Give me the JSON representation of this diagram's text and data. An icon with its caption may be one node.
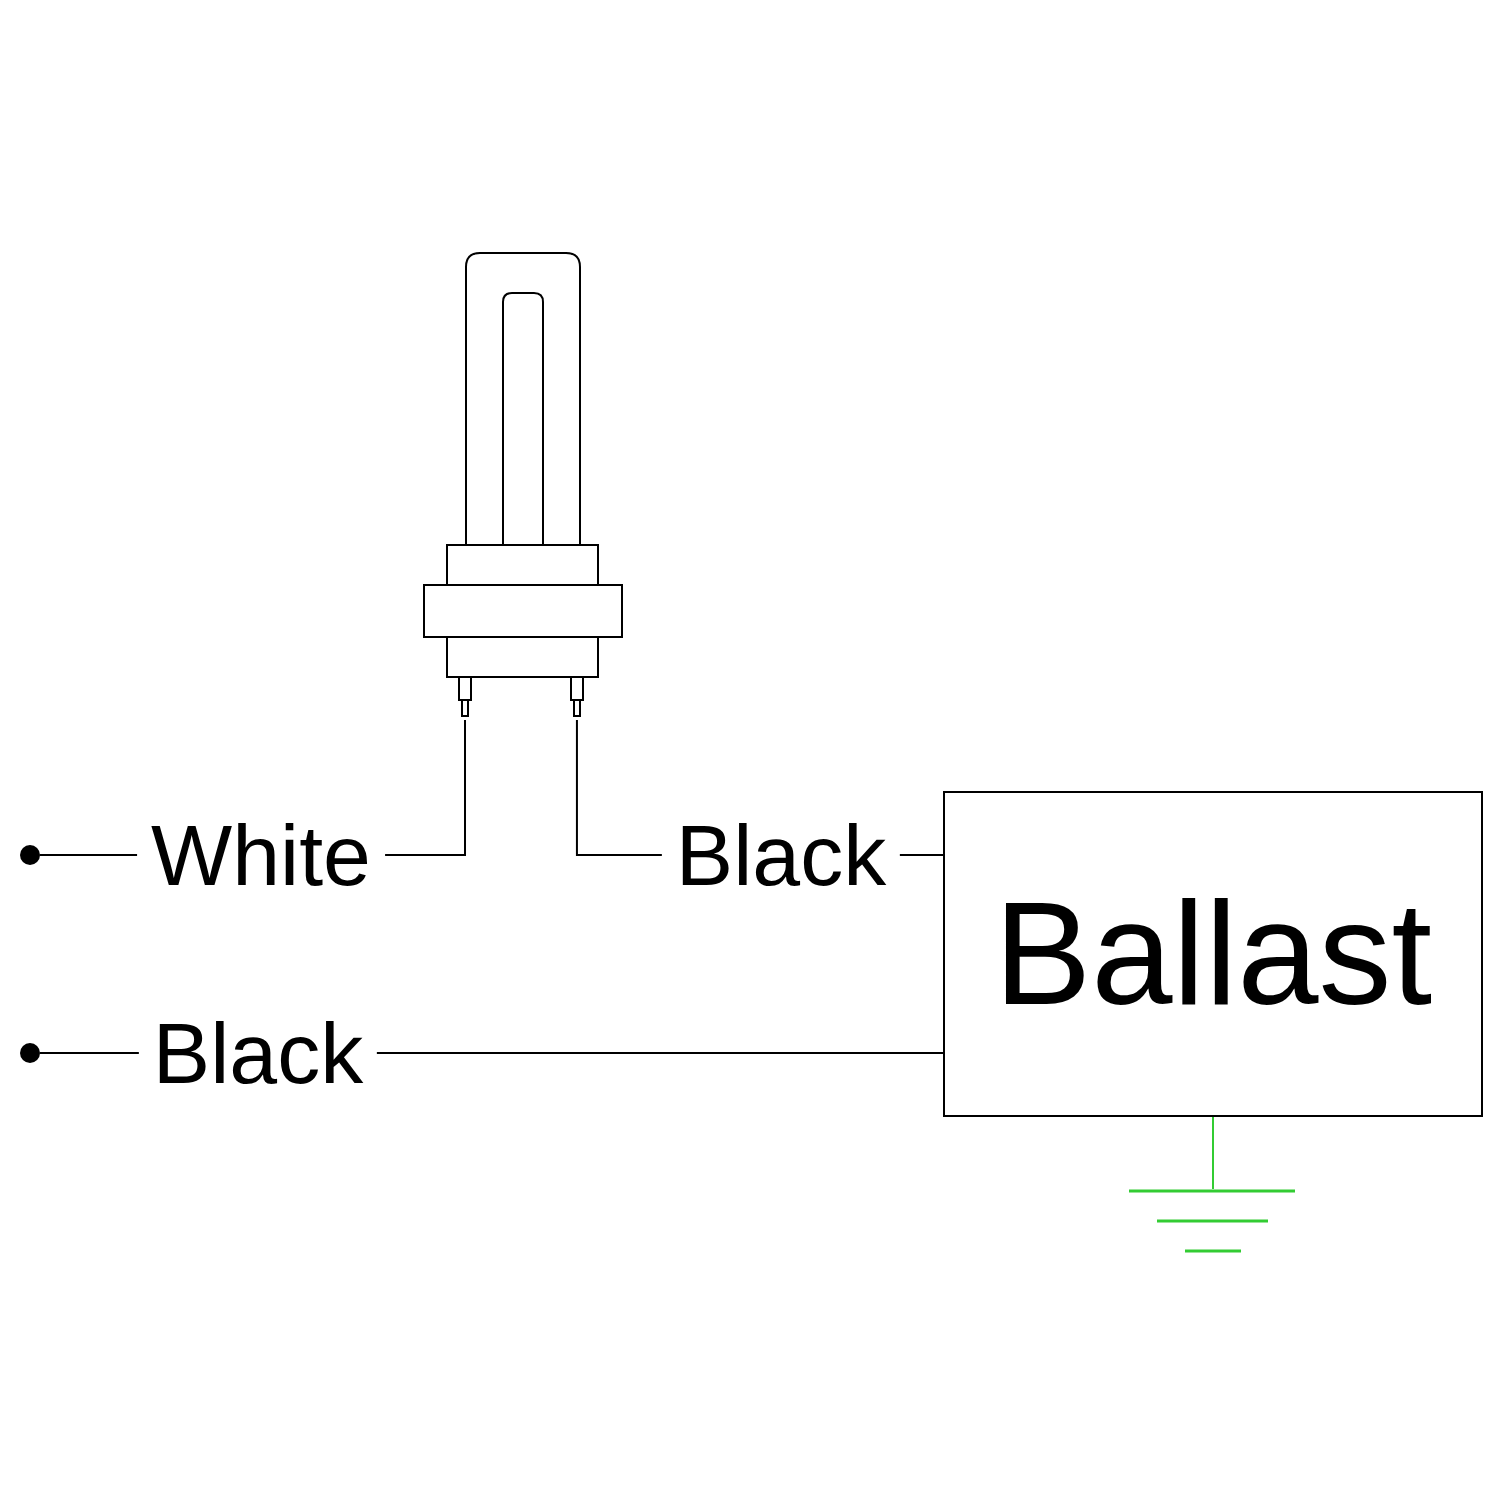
{
  "diagram": {
    "nodes": [
      {
        "text": [],
        "shape": "picture"
      },
      {
        "text": [],
        "shape": "circle"
      },
      {
        "text": [
          "Ballast"
        ]
      },
      {
        "text": [],
        "shape": "circle"
      },
      {
        "text": [],
        "shape": "picture"
      }
    ],
    "edges": [
      {
        "from": 1,
        "to": 0,
        "arrow": "none",
        "label": "White"
      },
      {
        "from": 0,
        "to": 2,
        "arrow": "none",
        "label": "Black"
      },
      {
        "from": 3,
        "to": 2,
        "arrow": "none",
        "label": "Black"
      },
      {
        "from": 2,
        "to": 4,
        "arrow": "none",
        "color": "#33cc33"
      }
    ]
  }
}
